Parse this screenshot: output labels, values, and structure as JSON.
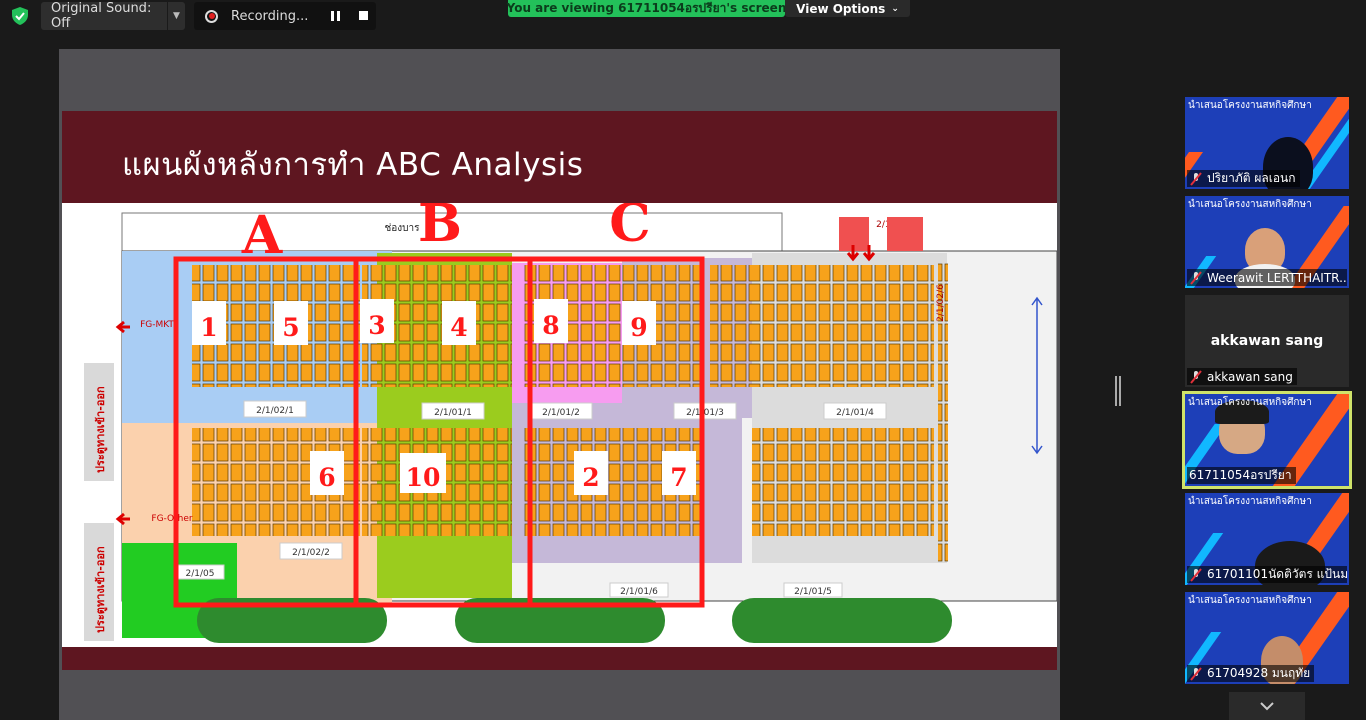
{
  "toolbar": {
    "original_sound": "Original Sound: Off",
    "recording": "Recording...",
    "banner": "You are viewing 61711054อรปรียา's screen",
    "view_options": "View Options"
  },
  "slide": {
    "title": "แผนผังหลังการทำ ABC Analysis",
    "groups": [
      "A",
      "B",
      "C"
    ],
    "top_label": "ช่องบาร",
    "zone_numbers": [
      "1",
      "5",
      "3",
      "4",
      "8",
      "9",
      "6",
      "10",
      "2",
      "7"
    ],
    "zone_codes": [
      "2/1/02/1",
      "2/1/01/1",
      "2/1/01/2",
      "2/1/01/3",
      "2/1/01/4",
      "2/1/02/2",
      "2/1/05",
      "2/1/01/6",
      "2/1/01/5",
      "2/1/01/6",
      "2/1/02/6"
    ],
    "area_labels": [
      "FG-Other",
      "FG-MKT"
    ],
    "exit_label": "ประตูทางเข้า-ออก"
  },
  "participants": [
    {
      "name": "ปริยาภัติ ผลเอนก",
      "slide_title": "นำเสนอโครงงานสหกิจศึกษา",
      "active": false
    },
    {
      "name": "Weerawit LERTTHAITR...",
      "slide_title": "นำเสนอโครงงานสหกิจศึกษา",
      "active": false
    },
    {
      "name": "akkawan sang",
      "display": "akkawan sang",
      "active": false
    },
    {
      "name": "61711054อรปรียา",
      "slide_title": "นำเสนอโครงงานสหกิจศึกษา",
      "active": true
    },
    {
      "name": "61701101นัดติวัตร แป้นม...",
      "slide_title": "นำเสนอโครงงานสหกิจศึกษา",
      "active": false
    },
    {
      "name": "61704928 มนฤทัย",
      "slide_title": "นำเสนอโครงงานสหกิจศึกษา",
      "active": false
    }
  ],
  "colors": {
    "slide_header": "#5e1620",
    "banner": "#23c15a",
    "active_tile": "#cfe36a",
    "zone_outline": "#ff1a1a"
  }
}
